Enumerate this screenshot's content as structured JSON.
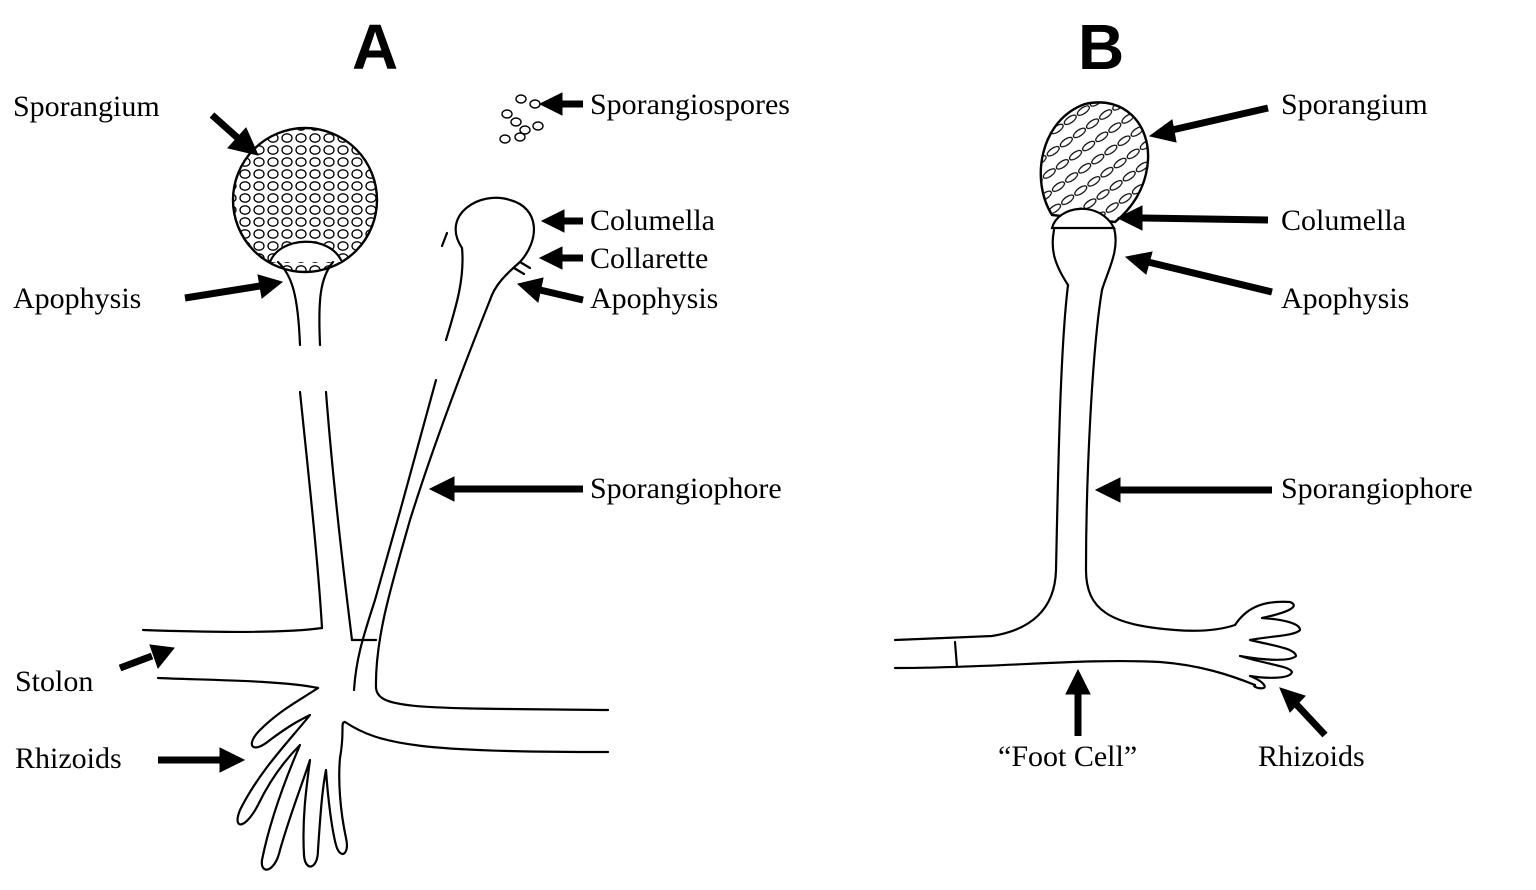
{
  "panels": {
    "a": {
      "letter": "A",
      "labels": {
        "sporangium": "Sporangium",
        "sporangiospores": "Sporangiospores",
        "columella": "Columella",
        "collarette": "Collarette",
        "apophysis_left": "Apophysis",
        "apophysis_right": "Apophysis",
        "sporangiophore": "Sporangiophore",
        "stolon": "Stolon",
        "rhizoids": "Rhizoids"
      }
    },
    "b": {
      "letter": "B",
      "labels": {
        "sporangium": "Sporangium",
        "columella": "Columella",
        "apophysis": "Apophysis",
        "sporangiophore": "Sporangiophore",
        "foot_cell": "“Foot Cell”",
        "rhizoids": "Rhizoids"
      }
    }
  },
  "colors": {
    "ink": "#000000",
    "background": "#ffffff"
  }
}
